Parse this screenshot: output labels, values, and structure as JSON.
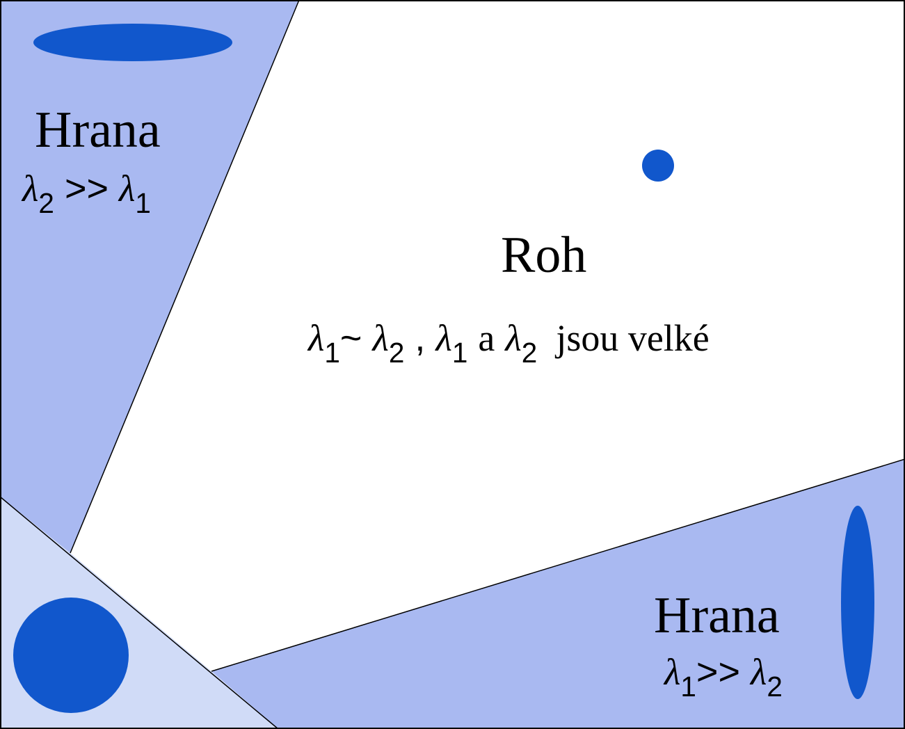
{
  "colors": {
    "edge_region": "#a9b9f1",
    "flat_region": "#d0dbf7",
    "corner_region": "#ffffff",
    "ellipse": "#1157cc",
    "line": "#000000"
  },
  "top_left_region": {
    "title": "Hrana",
    "formula": {
      "a": "λ",
      "a_sub": "2",
      "op": ">>",
      "b": "λ",
      "b_sub": "1"
    }
  },
  "center_region": {
    "title": "Roh",
    "formula": {
      "a": "λ",
      "a_sub": "1",
      "op": "~",
      "b": "λ",
      "b_sub": "2",
      "sep": ",",
      "c": "λ",
      "c_sub": "1",
      "conj": "a",
      "d": "λ",
      "d_sub": "2",
      "tail": "jsou velké"
    }
  },
  "bottom_right_region": {
    "title": "Hrana",
    "formula": {
      "a": "λ",
      "a_sub": "1",
      "op": ">>",
      "b": "λ",
      "b_sub": "2"
    }
  }
}
